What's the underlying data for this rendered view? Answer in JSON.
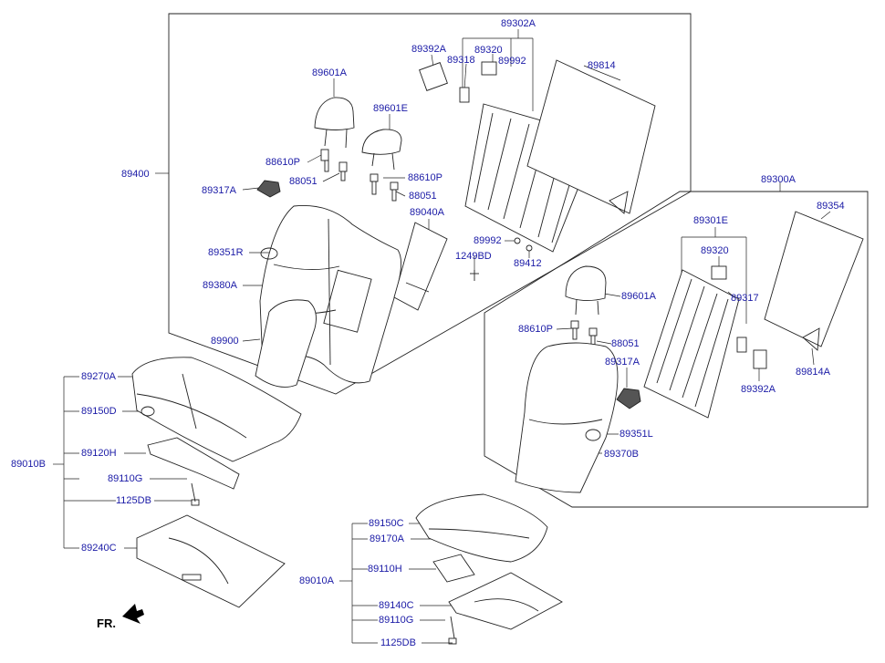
{
  "labels": {
    "p89400": "89400",
    "p89601A_1": "89601A",
    "p89601E": "89601E",
    "p88610P_1": "88610P",
    "p88051_1": "88051",
    "p88610P_2": "88610P",
    "p88051_2": "88051",
    "p89317A_1": "89317A",
    "p89351R": "89351R",
    "p89380A": "89380A",
    "p89900": "89900",
    "p89040A": "89040A",
    "p89992_1": "89992",
    "p1249BD": "1249BD",
    "p89412": "89412",
    "p89392A_1": "89392A",
    "p89318": "89318",
    "p89320_1": "89320",
    "p89302A": "89302A",
    "p89992_2": "89992",
    "p89814": "89814",
    "p89300A": "89300A",
    "p89301E": "89301E",
    "p89354": "89354",
    "p89320_2": "89320",
    "p89317": "89317",
    "p89601A_2": "89601A",
    "p88610P_3": "88610P",
    "p88051_3": "88051",
    "p89317A_2": "89317A",
    "p89351L": "89351L",
    "p89370B": "89370B",
    "p89392A_2": "89392A",
    "p89814A": "89814A",
    "p89270A": "89270A",
    "p89150D": "89150D",
    "p89120H": "89120H",
    "p89110G_1": "89110G",
    "p1125DB_1": "1125DB",
    "p89240C": "89240C",
    "p89010B": "89010B",
    "p89150C": "89150C",
    "p89170A": "89170A",
    "p89110H": "89110H",
    "p89140C": "89140C",
    "p89110G_2": "89110G",
    "p1125DB_2": "1125DB",
    "p89010A": "89010A"
  },
  "fr_label": "FR."
}
